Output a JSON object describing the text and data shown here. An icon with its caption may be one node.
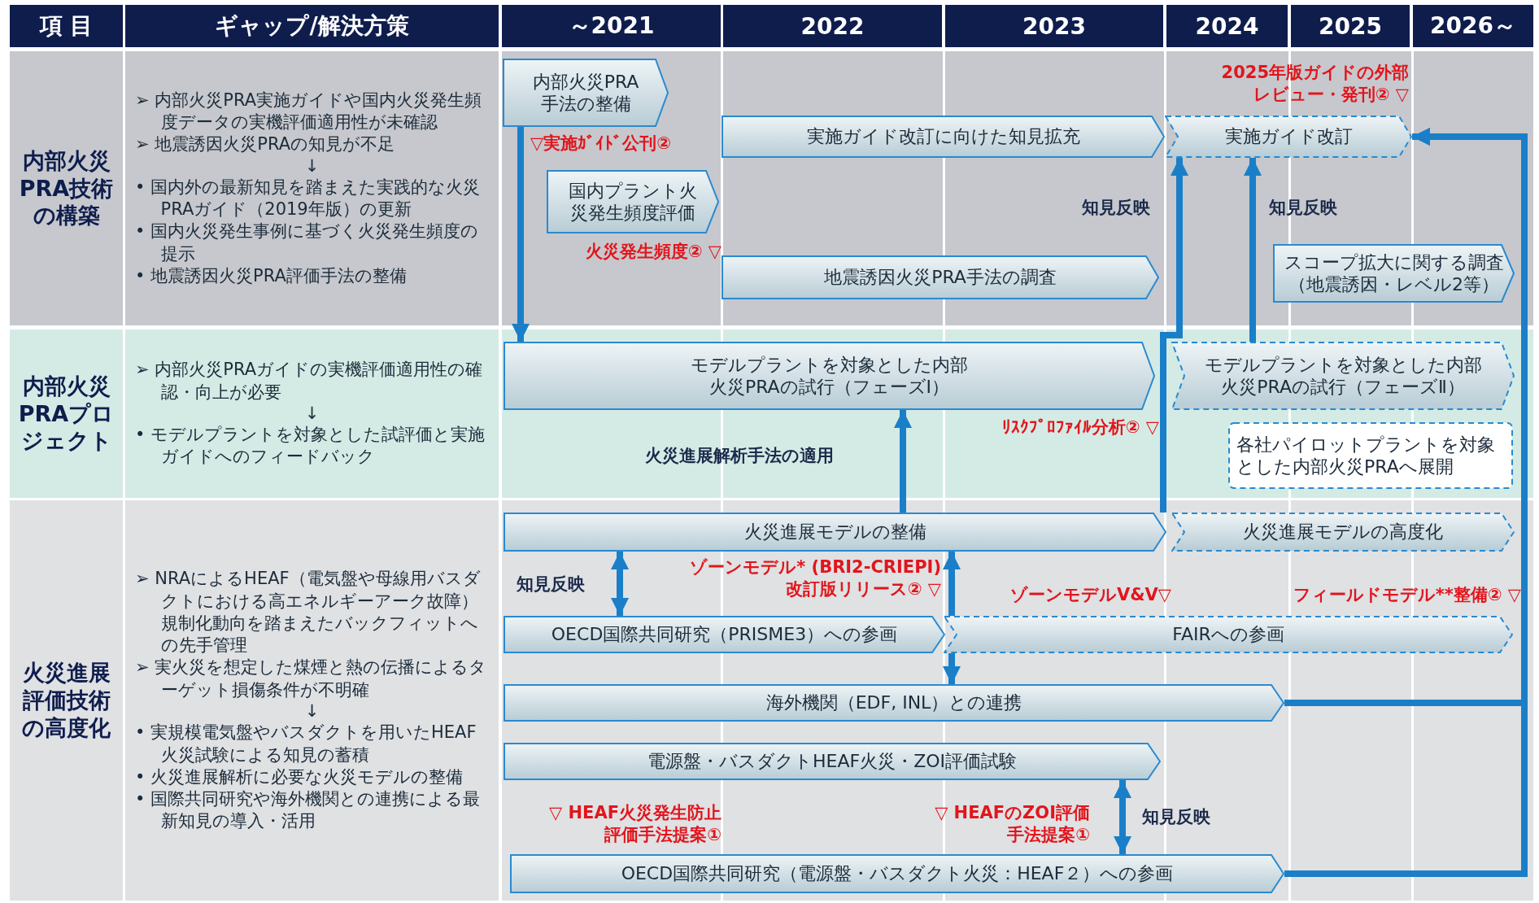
{
  "diagram": {
    "nodes": [
      {
        "text": [
          "内部火災PRA手法の整備"
        ]
      },
      {
        "text": [
          "実施ガイド改訂に向けた知見拡充"
        ]
      },
      {
        "text": [
          "実施ガイド改訂"
        ]
      },
      {
        "text": [
          "国内プラント火災発生頻度評価"
        ]
      },
      {
        "text": [
          "地震誘因火災PRA手法の調査"
        ]
      },
      {
        "text": [
          "スコープ拡大に関する調査（地震誘因・レベル2等）"
        ]
      },
      {
        "text": [
          "モデルプラントを対象とした内部火災PRAの試行（フェーズⅠ）"
        ]
      },
      {
        "text": [
          "モデルプラントを対象とした内部火災PRAの試行（フェーズⅡ）"
        ]
      },
      {
        "text": [
          "各社パイロットプラントを対象とした内部火災PRAへ展開"
        ]
      },
      {
        "text": [
          "火災進展モデルの整備"
        ]
      },
      {
        "text": [
          "火災進展モデルの高度化"
        ]
      },
      {
        "text": [
          "OECD国際共同研究（PRISME3）への参画"
        ]
      },
      {
        "text": [
          "FAIRへの参画"
        ]
      },
      {
        "text": [
          "海外機関（EDF, INL）との連携"
        ]
      },
      {
        "text": [
          "電源盤・バスダクトHEAF火災・ZOI評価試験"
        ]
      },
      {
        "text": [
          "OECD国際共同研究（電源盤・バスダクト火災：HEAF２）への参画"
        ]
      }
    ],
    "edges": [
      {
        "from": 0,
        "to": 6,
        "arrow": "to"
      },
      {
        "from": 9,
        "to": 2,
        "arrow": "to",
        "label": "知見反映"
      },
      {
        "from": 15,
        "to": 2,
        "arrow": "to"
      },
      {
        "from": 13,
        "to": 2,
        "arrow": "to"
      },
      {
        "from": 7,
        "to": 2,
        "arrow": "to",
        "label": "知見反映"
      },
      {
        "from": 9,
        "to": 6,
        "arrow": "to",
        "label": "火災進展解析手法の適用"
      },
      {
        "from": 11,
        "to": 9,
        "arrow": "both",
        "label": "知見反映"
      },
      {
        "from": 11,
        "to": 9,
        "arrow": "to"
      },
      {
        "from": 11,
        "to": 13,
        "arrow": "to"
      },
      {
        "from": 14,
        "to": 15,
        "arrow": "both",
        "label": "知見反映"
      }
    ],
    "labels": [
      "項 目",
      "ギャップ/解決方策",
      "～2021",
      "2022",
      "2023",
      "2024",
      "2025",
      "2026～",
      "内部火災PRA技術の構築",
      "➢ 内部火災PRA実施ガイドや国内火災発生頻度データの実機評価適用性が未確認",
      "➢ 地震誘因火災PRAの知見が不足",
      "↓",
      "• 国内外の最新知見を踏まえた実践的な火災PRAガイド（2019年版）の更新",
      "• 国内火災発生事例に基づく火災発生頻度の提示",
      "• 地震誘因火災PRA評価手法の整備",
      "内部火災PRAプロジェクト",
      "➢ 内部火災PRAガイドの実機評価適用性の確認・向上が必要",
      "↓",
      "• モデルプラントを対象とした試評価と実施ガイドへのフィードバック",
      "火災進展評価技術の高度化",
      "➢ NRAによるHEAF（電気盤や母線用バスダクトにおける高エネルギーアーク故障）規制化動向を踏まえたバックフィットへの先手管理",
      "➢ 実火災を想定した煤煙と熱の伝播によるターゲット損傷条件が不明確",
      "↓",
      "• 実規模電気盤やバスダクトを用いたHEAF火災試験による知見の蓄積",
      "• 火災進展解析に必要な火災モデルの整備",
      "• 国際共同研究や海外機関との連携による最新知見の導入・活用",
      "2025年版ガイドの外部レビュー・発刊② ▽",
      "▽実施ｶﾞｲﾄﾞ公刊②",
      "火災発生頻度② ▽",
      "ﾘｽｸﾌﾟﾛﾌｧｲﾙ分析② ▽",
      "ゾーンモデル* (BRI2-CRIEPI)改訂版リリース② ▽",
      "ゾーンモデルV&V▽",
      "フィールドモデル**整備② ▽",
      "▽ HEAF火災発生防止評価手法提案①",
      "▽ HEAFのZOI評価手法提案①"
    ]
  }
}
